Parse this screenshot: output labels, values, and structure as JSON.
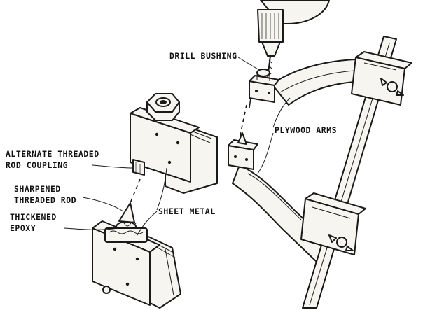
{
  "labels": {
    "drill_bushing": "DRILL BUSHING",
    "plywood_arms": "PLYWOOD ARMS",
    "alternate_line1": "ALTERNATE THREADED",
    "alternate_line2": "ROD COUPLING",
    "sharpened_line1": "SHARPENED",
    "sharpened_line2": "THREADED ROD",
    "thickened_line1": "THICKENED",
    "thickened_line2": "EPOXY",
    "sheet_metal": "SHEET METAL"
  },
  "colors": {
    "ink": "#1a1a1a",
    "paper": "#ffffff",
    "wood_fill": "#f7f5ef"
  }
}
